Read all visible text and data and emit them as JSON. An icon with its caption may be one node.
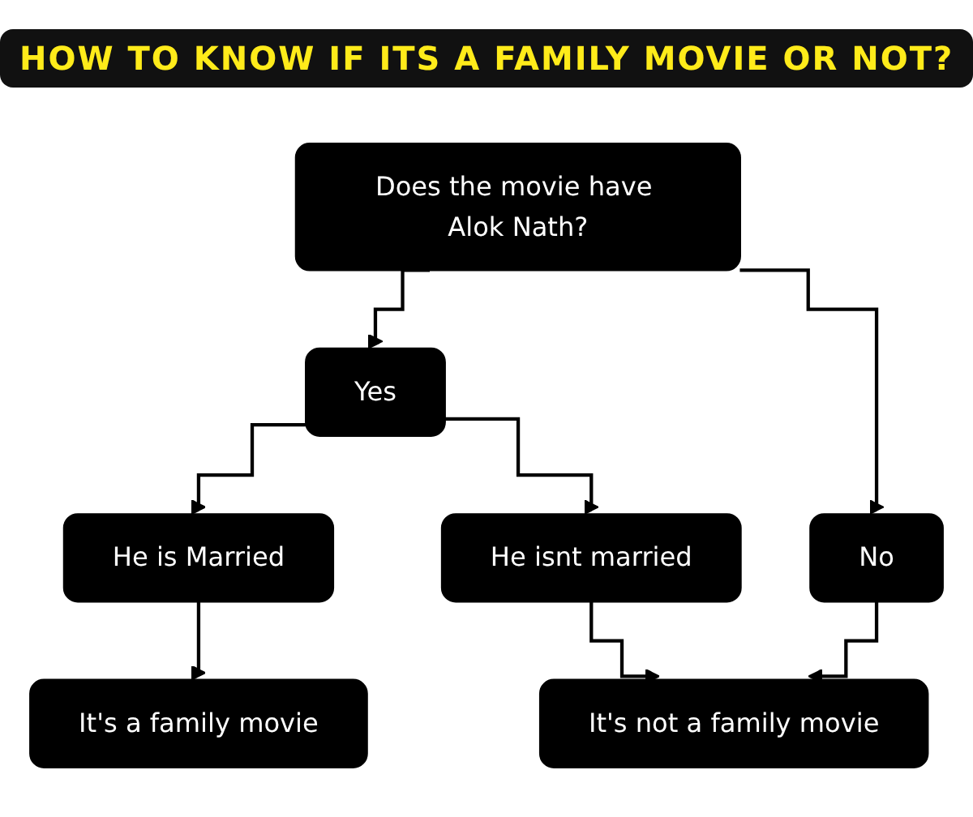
{
  "diagram": {
    "title": "HOW TO KNOW IF ITS A FAMILY MOVIE OR NOT?",
    "nodes": [
      {
        "text": [
          "Does the movie have Alok Nath?"
        ]
      },
      {
        "text": [
          "Yes"
        ]
      },
      {
        "text": [
          "No"
        ]
      },
      {
        "text": [
          "He is Married"
        ]
      },
      {
        "text": [
          "He isnt married"
        ]
      },
      {
        "text": [
          "It's a family movie"
        ]
      },
      {
        "text": [
          "It's not a family movie"
        ]
      }
    ],
    "edges": [
      {
        "from": 0,
        "to": 1,
        "arrow": "to"
      },
      {
        "from": 0,
        "to": 2,
        "arrow": "to"
      },
      {
        "from": 1,
        "to": 3,
        "arrow": "to"
      },
      {
        "from": 1,
        "to": 4,
        "arrow": "to"
      },
      {
        "from": 3,
        "to": 5,
        "arrow": "to"
      },
      {
        "from": 4,
        "to": 6,
        "arrow": "to"
      },
      {
        "from": 2,
        "to": 6,
        "arrow": "to"
      }
    ]
  }
}
